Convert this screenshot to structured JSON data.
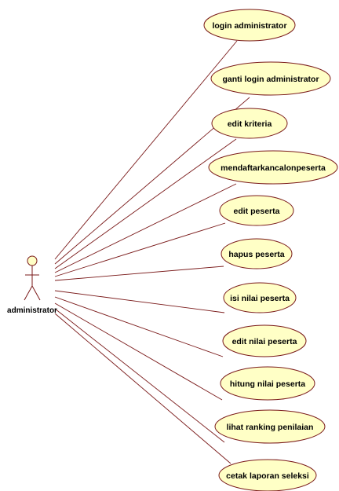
{
  "actor": {
    "name": "administrator",
    "icon": "stick-figure-actor-icon"
  },
  "use_cases": [
    {
      "label": "login administrator"
    },
    {
      "label": "ganti login administrator"
    },
    {
      "label": "edit kriteria"
    },
    {
      "label": "mendaftarkancalonpeserta"
    },
    {
      "label": "edit peserta"
    },
    {
      "label": "hapus peserta"
    },
    {
      "label": "isi nilai peserta"
    },
    {
      "label": "edit nilai peserta"
    },
    {
      "label": "hitung nilai peserta"
    },
    {
      "label": "lihat ranking penilaian"
    },
    {
      "label": "cetak laporan seleksi"
    }
  ],
  "colors": {
    "ellipse_fill": "#ffffc6",
    "outline": "#7a1a1a"
  }
}
